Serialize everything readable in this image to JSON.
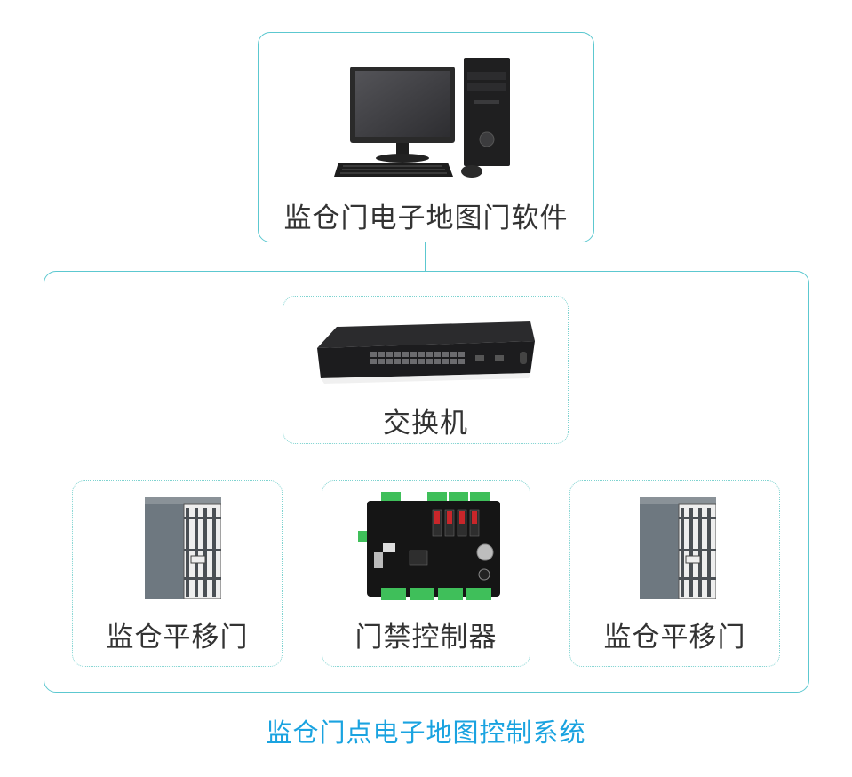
{
  "nodes": {
    "software": {
      "label": "监仓门电子地图门软件",
      "icon": "desktop-computer-icon"
    },
    "switch": {
      "label": "交换机",
      "icon": "network-switch-icon"
    },
    "door_left": {
      "label": "监仓平移门",
      "icon": "sliding-door-icon"
    },
    "controller": {
      "label": "门禁控制器",
      "icon": "access-controller-board-icon"
    },
    "door_right": {
      "label": "监仓平移门",
      "icon": "sliding-door-icon"
    }
  },
  "caption": "监仓门点电子地图控制系统",
  "colors": {
    "frame": "#5cc8d0",
    "caption": "#1aa3e0",
    "text": "#333333"
  }
}
